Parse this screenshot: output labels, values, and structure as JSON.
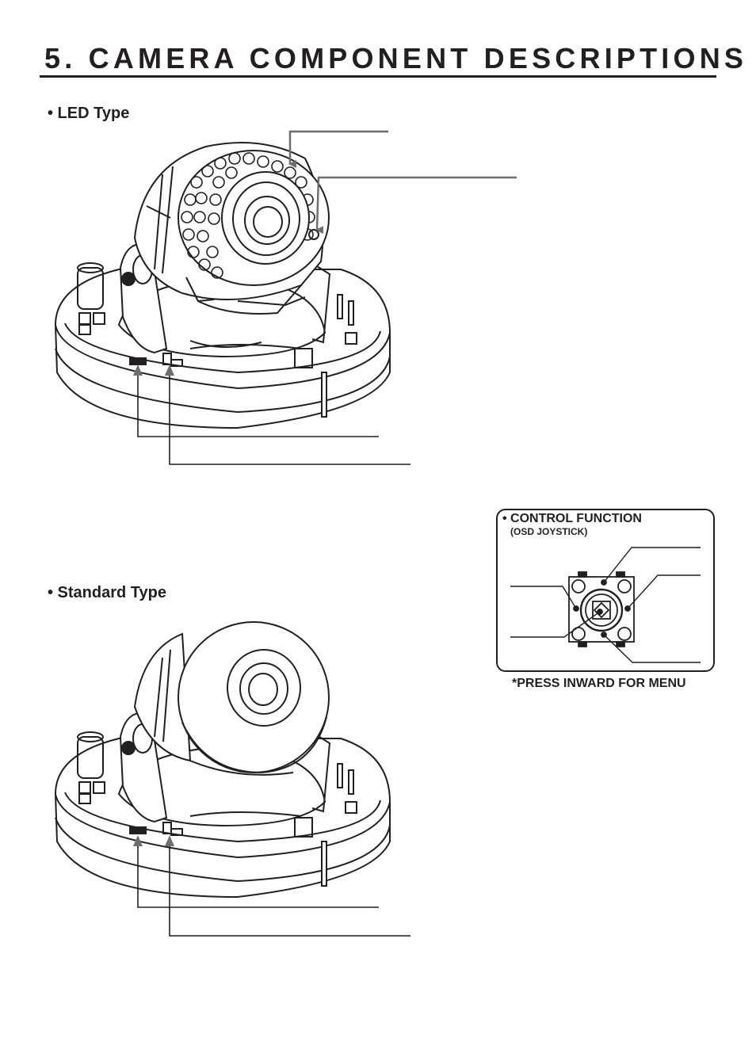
{
  "page": {
    "title": "5. CAMERA COMPONENT DESCRIPTIONS"
  },
  "sections": {
    "led": {
      "label": "• LED Type"
    },
    "standard": {
      "label": "• Standard Type"
    }
  },
  "control_function": {
    "title": "• CONTROL FUNCTION",
    "subtitle": "(OSD JOYSTICK)",
    "note": "*PRESS INWARD FOR MENU"
  },
  "colors": {
    "ink": "#231f20",
    "arrow_gray": "#6d6e71",
    "paper": "#ffffff"
  },
  "icons": {
    "led_camera": "dome-camera-led-icon",
    "standard_camera": "dome-camera-standard-icon",
    "joystick": "osd-joystick-icon"
  }
}
